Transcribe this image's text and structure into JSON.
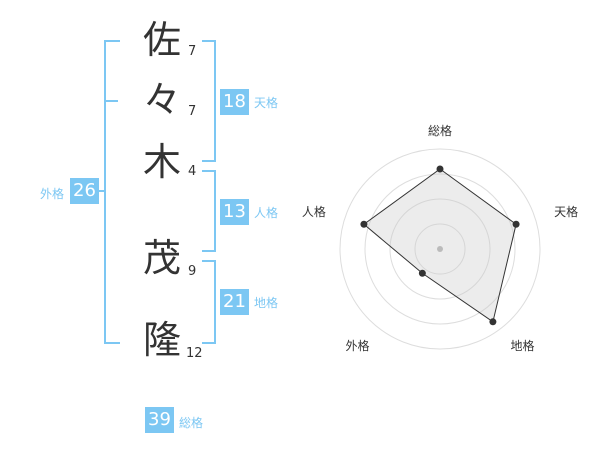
{
  "name": {
    "chars": [
      {
        "char": "佐",
        "strokes": "7"
      },
      {
        "char": "々",
        "strokes": "7"
      },
      {
        "char": "木",
        "strokes": "4"
      },
      {
        "char": "茂",
        "strokes": "9"
      },
      {
        "char": "隆",
        "strokes": "12"
      }
    ]
  },
  "fortune": {
    "tenkaku": {
      "value": "18",
      "label": "天格"
    },
    "jinkaku": {
      "value": "13",
      "label": "人格"
    },
    "chikaku": {
      "value": "21",
      "label": "地格"
    },
    "gaikaku": {
      "value": "26",
      "label": "外格"
    },
    "soukaku": {
      "value": "39",
      "label": "総格"
    }
  },
  "colors": {
    "accent": "#7cc7f3",
    "text": "#333333"
  },
  "chart_data": {
    "type": "radar",
    "axes": [
      "総格",
      "天格",
      "地格",
      "外格",
      "人格"
    ],
    "values": [
      0.8,
      0.8,
      0.9,
      0.3,
      0.8
    ],
    "max": 1,
    "rings": 4
  }
}
